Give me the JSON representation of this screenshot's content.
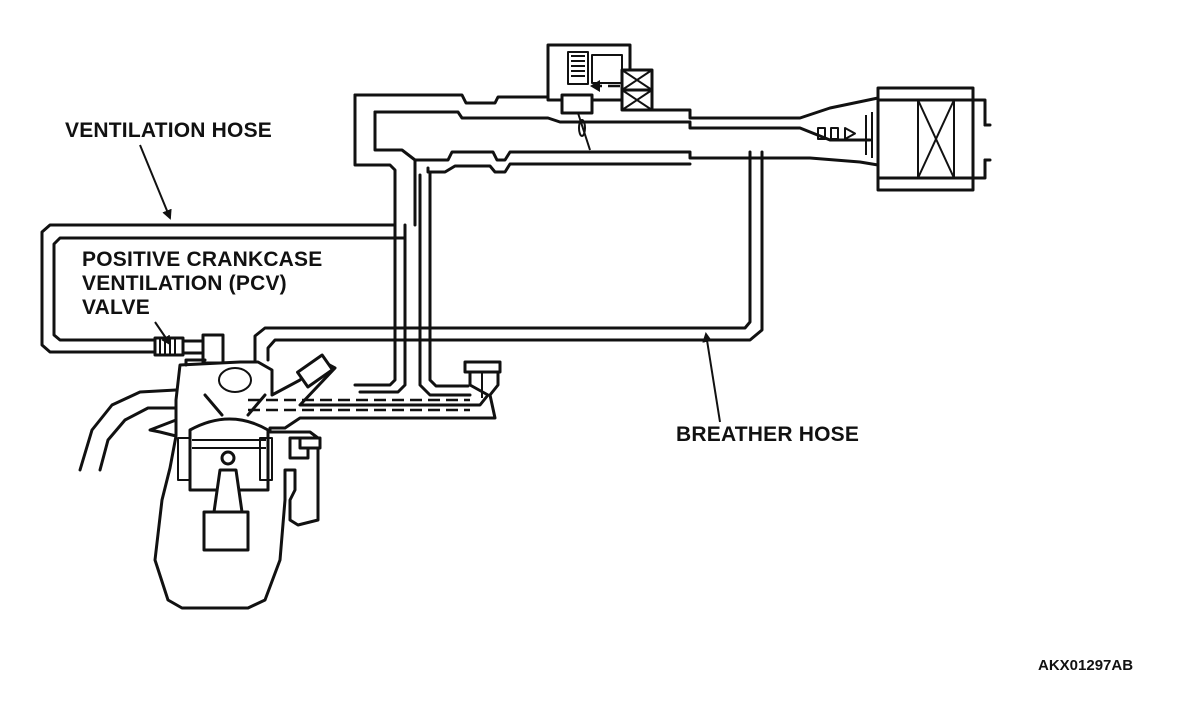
{
  "labels": {
    "ventilation_hose": "VENTILATION HOSE",
    "pcv_valve_line1": "POSITIVE CRANKCASE",
    "pcv_valve_line2": "VENTILATION (PCV)",
    "pcv_valve_line3": "VALVE",
    "breather_hose": "BREATHER HOSE",
    "figure_code": "AKX01297AB"
  },
  "icons": [
    "engine-cutaway-icon",
    "piston-icon",
    "air-cleaner-icon",
    "throttle-body-icon",
    "pcv-valve-icon",
    "pointer-arrow-icon"
  ]
}
